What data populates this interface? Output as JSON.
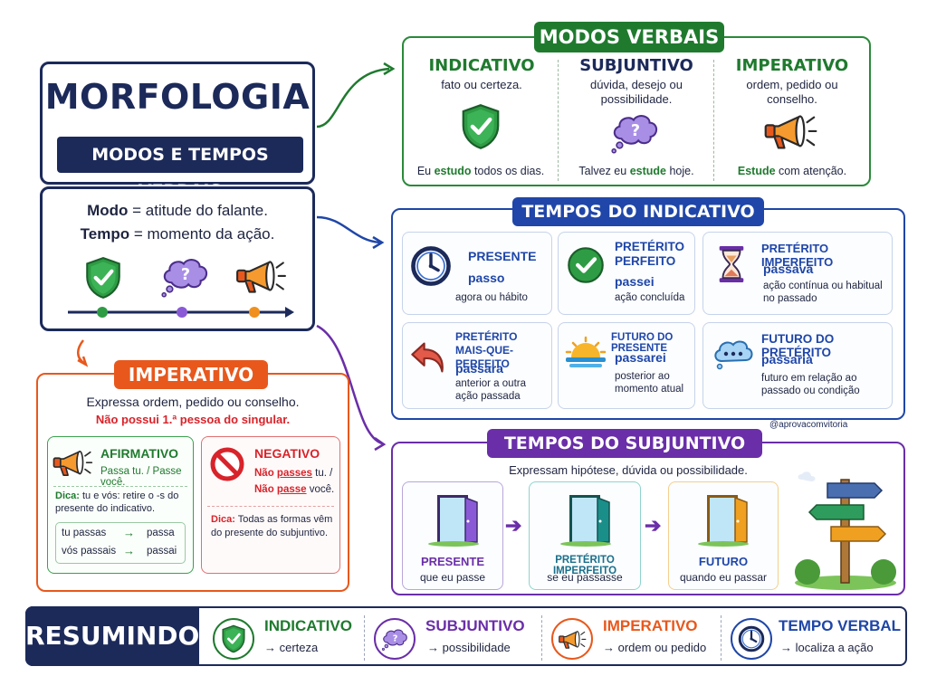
{
  "title": {
    "main": "MORFOLOGIA",
    "sub": "MODOS E TEMPOS VERBAIS"
  },
  "definition": {
    "modo_word": "Modo",
    "modo_rest": " = atitude do falante.",
    "tempo_word": "Tempo",
    "tempo_rest": " = momento da ação."
  },
  "modos": {
    "header": "MODOS VERBAIS",
    "items": [
      {
        "name": "INDICATIVO",
        "desc": "fato ou certeza.",
        "ex_pre": "Eu ",
        "ex_word": "estudo",
        "ex_post": " todos os dias."
      },
      {
        "name": "SUBJUNTIVO",
        "desc": "dúvida, desejo ou possibilidade.",
        "ex_pre": "Talvez eu ",
        "ex_word": "estude",
        "ex_post": " hoje."
      },
      {
        "name": "IMPERATIVO",
        "desc": "ordem, pedido ou conselho.",
        "ex_pre": "",
        "ex_word": "Estude",
        "ex_post": " com atenção."
      }
    ]
  },
  "indicativo": {
    "header": "TEMPOS DO INDICATIVO",
    "cards": [
      {
        "name": "PRESENTE",
        "word": "passo",
        "desc": "agora ou hábito"
      },
      {
        "name": "PRETÉRITO PERFEITO",
        "word": "passei",
        "desc": "ação concluída"
      },
      {
        "name": "PRETÉRITO IMPERFEITO",
        "word": "passava",
        "desc": "ação contínua ou habitual no passado"
      },
      {
        "name": "PRETÉRITO MAIS-QUE-PERFEITO",
        "word": "passara",
        "desc": "anterior a outra ação passada"
      },
      {
        "name": "FUTURO DO PRESENTE",
        "word": "passarei",
        "desc": "posterior ao momento atual"
      },
      {
        "name": "FUTURO DO PRETÉRITO",
        "word": "passaria",
        "desc": "futuro em relação ao passado ou condição"
      }
    ]
  },
  "handle": "@aprovacomvitoria",
  "imperativo": {
    "header": "IMPERATIVO",
    "desc": "Expressa ordem, pedido ou conselho.",
    "note": "Não possui 1.ª pessoa do singular.",
    "afirmativo": {
      "title": "AFIRMATIVO",
      "example": "Passa tu. / Passe você.",
      "tip_label": "Dica:",
      "tip": " tu e vós: retire o -s do presente do indicativo.",
      "rows": [
        {
          "from": "tu passas",
          "to": "passa"
        },
        {
          "from": "vós passais",
          "to": "passai"
        }
      ]
    },
    "negativo": {
      "title": "NEGATIVO",
      "line1_pre": "Não ",
      "line1_word": "passes",
      "line1_post": " tu. /",
      "line2_pre": "Não ",
      "line2_word": "passe",
      "line2_post": " você.",
      "tip_label": "Dica:",
      "tip": " Todas as formas vêm do presente do subjuntivo."
    }
  },
  "subjuntivo": {
    "header": "TEMPOS DO SUBJUNTIVO",
    "desc": "Expressam hipótese, dúvida ou possibilidade.",
    "items": [
      {
        "name": "PRESENTE",
        "example": "que eu passe",
        "color": "#6a2ea8"
      },
      {
        "name": "PRETÉRITO IMPERFEITO",
        "example": "se eu passasse",
        "color": "#1a8f8a"
      },
      {
        "name": "FUTURO",
        "example": "quando eu passar",
        "color": "#f0a020"
      }
    ]
  },
  "resumindo": {
    "label": "RESUMINDO",
    "items": [
      {
        "name": "INDICATIVO",
        "desc": "→ certeza",
        "icon": "shield-check-icon"
      },
      {
        "name": "SUBJUNTIVO",
        "desc": "→ possibilidade",
        "icon": "thought-cloud-icon"
      },
      {
        "name": "IMPERATIVO",
        "desc": "→ ordem ou pedido",
        "icon": "megaphone-icon"
      },
      {
        "name": "TEMPO VERBAL",
        "desc": "→ localiza a ação",
        "icon": "clock-icon"
      }
    ]
  },
  "colors": {
    "navy": "#1c2a5a",
    "green": "#1f7a2e",
    "blue": "#1f46a8",
    "purple": "#6a2ea8",
    "orange": "#e8581c",
    "red": "#d8232a"
  }
}
